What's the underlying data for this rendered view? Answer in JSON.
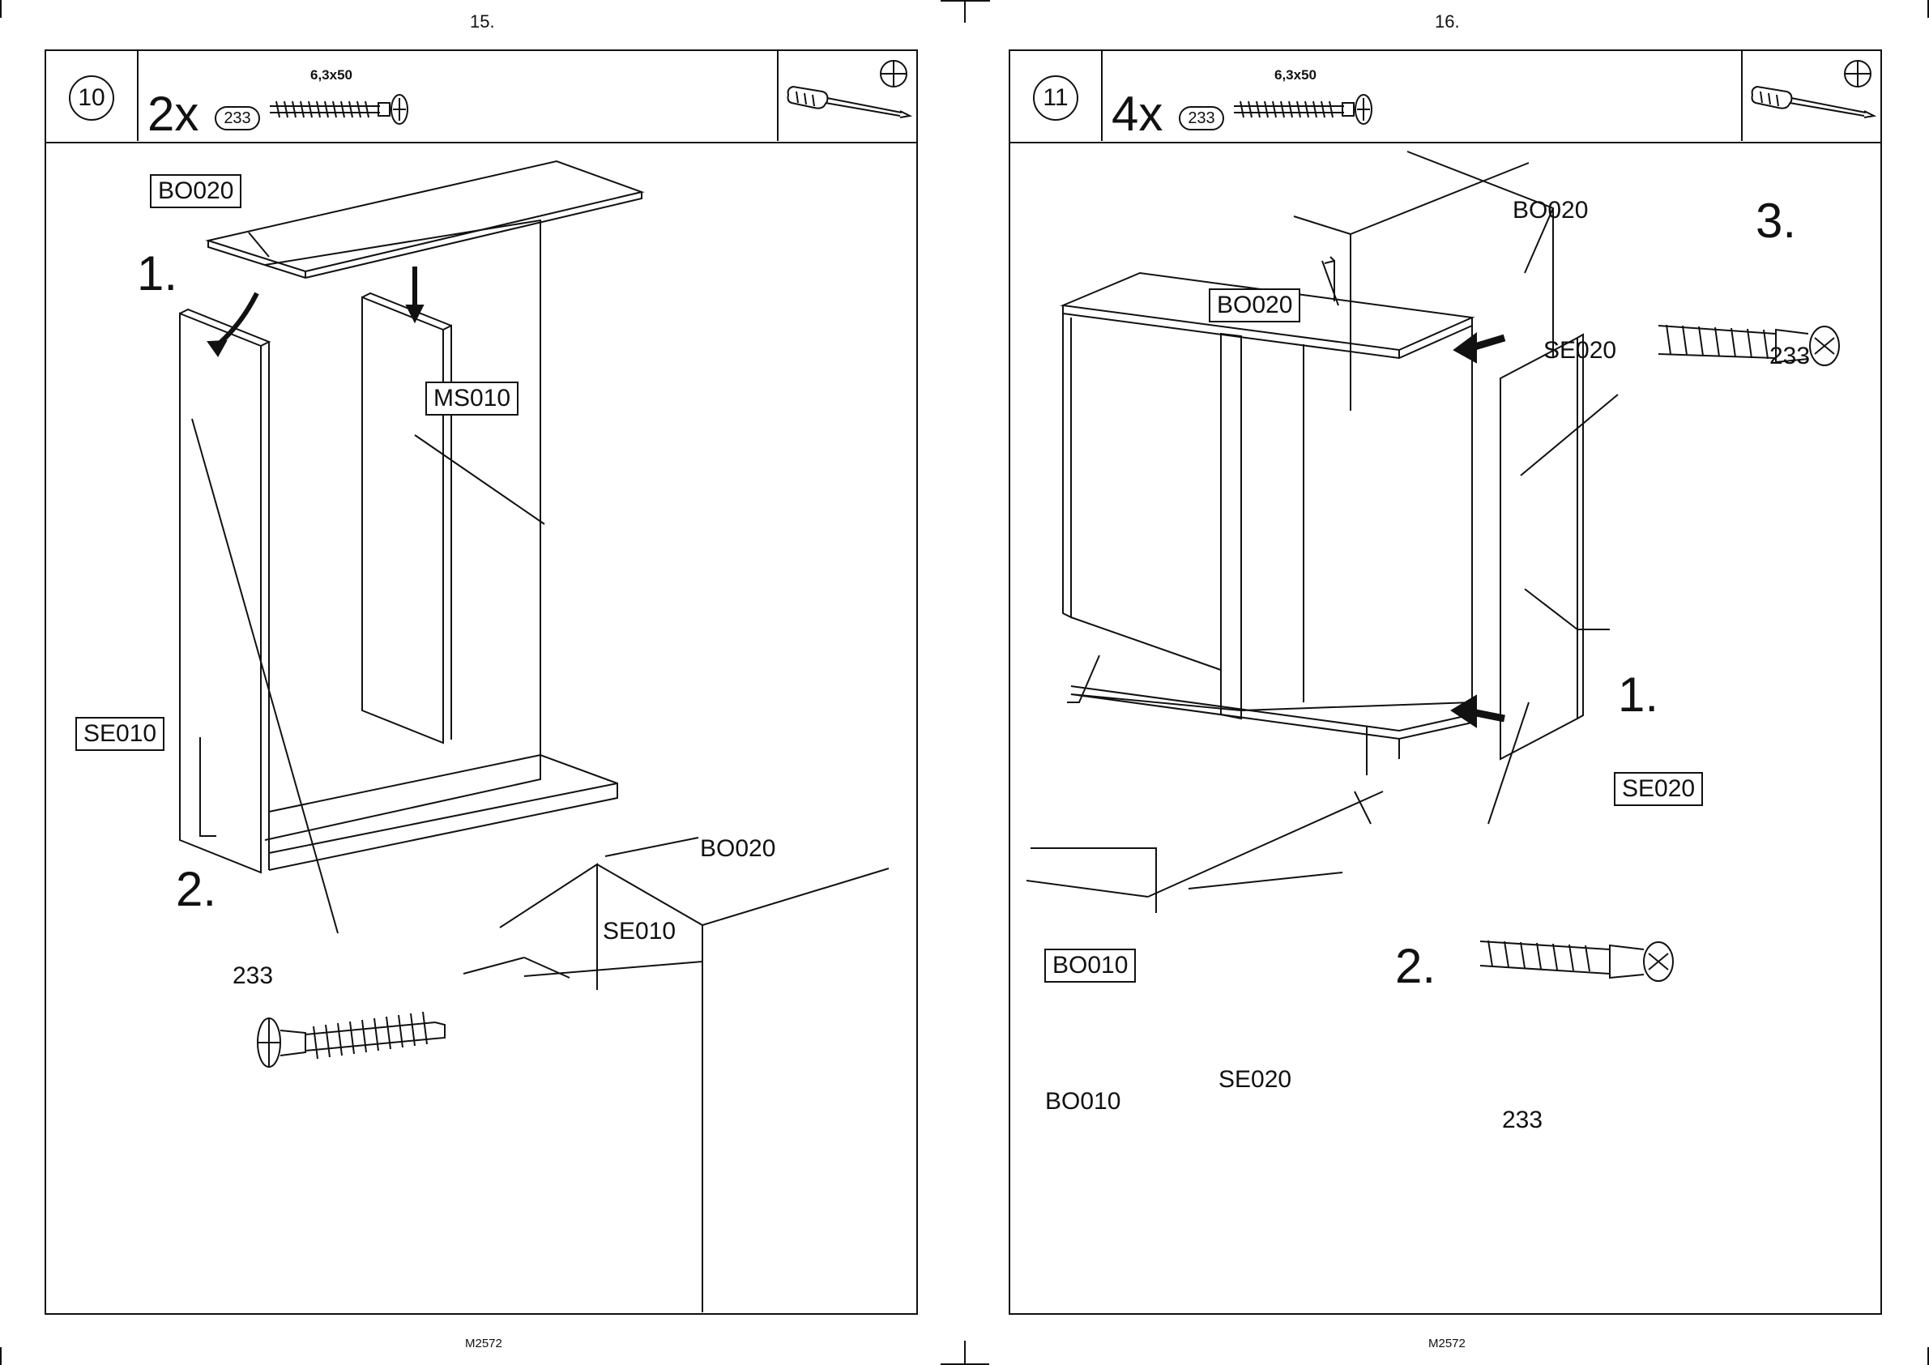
{
  "pages": [
    {
      "page_number": "15.",
      "footer_code": "M2572",
      "step": "10",
      "quantity": "2x",
      "part_number": "233",
      "screw_size": "6,3x50",
      "labels": {
        "top_board": "BO020",
        "mid_panel": "MS010",
        "side_panel": "SE010",
        "detail_top": "BO020",
        "detail_side": "SE010",
        "screw": "233"
      },
      "steps": {
        "one": "1.",
        "two": "2."
      }
    },
    {
      "page_number": "16.",
      "footer_code": "M2572",
      "step": "11",
      "quantity": "4x",
      "part_number": "233",
      "screw_size": "6,3x50",
      "labels": {
        "top_detail": "BO020",
        "top_board": "BO020",
        "side_detail_top": "SE020",
        "screw_top": "233",
        "side_panel": "SE020",
        "bottom_board": "BO010",
        "detail_bottom": "BO010",
        "detail_side": "SE020",
        "screw_bottom": "233"
      },
      "steps": {
        "one": "1.",
        "two": "2.",
        "three": "3."
      }
    }
  ]
}
